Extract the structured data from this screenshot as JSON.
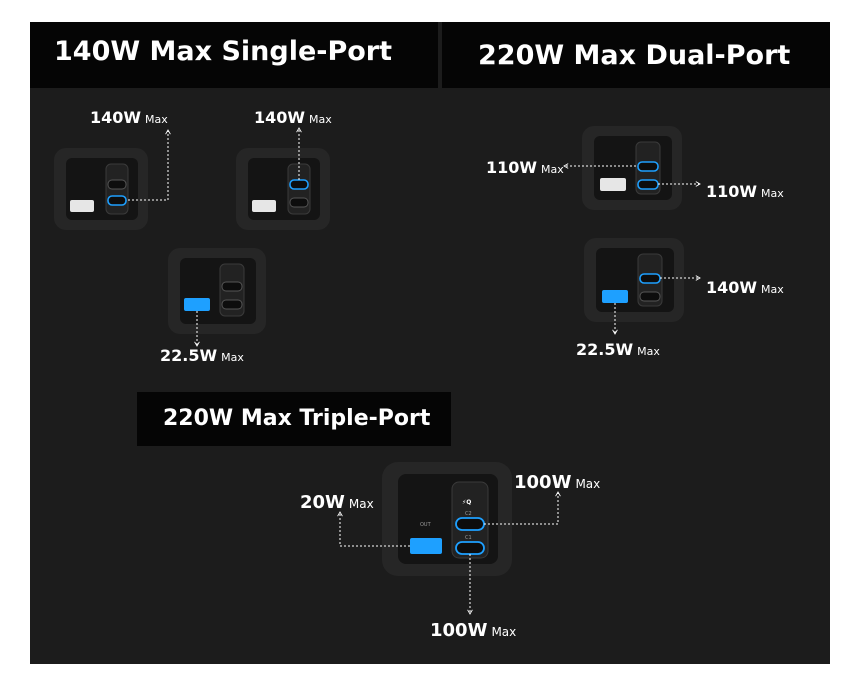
{
  "headings": {
    "single": "140W Max Single-Port",
    "dual": "220W Max Dual-Port",
    "triple": "220W Max Triple-Port"
  },
  "unit": "Max",
  "single_port": {
    "c2_label": "140W",
    "c1_label": "140W",
    "usb_a_label": "22.5W"
  },
  "dual_port": {
    "top_left_label": "110W",
    "top_right_label": "110W",
    "bottom_right_label": "140W",
    "bottom_usb_label": "22.5W"
  },
  "triple_port": {
    "usb_a_label": "20W",
    "c2_label": "100W",
    "c1_label": "100W"
  },
  "device_markings": {
    "out": "OUT",
    "c1": "C1",
    "c2": "C2"
  },
  "colors": {
    "background": "#1c1c1c",
    "heading_bar": "#050505",
    "accent_blue": "#1ea0ff",
    "device_body": "#262626",
    "device_face": "#141414",
    "text": "#ffffff"
  },
  "icons": [
    "arrow-icon",
    "charger-icon"
  ]
}
